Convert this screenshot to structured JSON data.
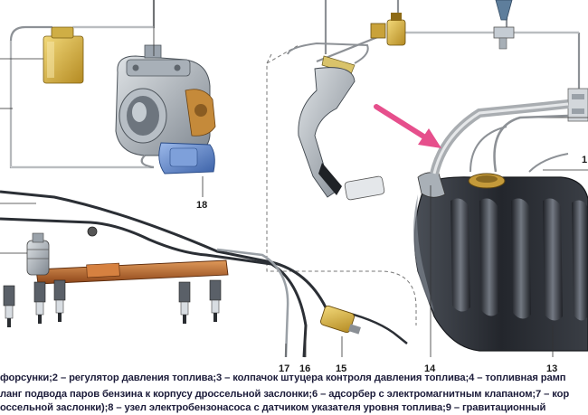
{
  "callouts": {
    "n13": "13",
    "n14": "14",
    "n15": "15",
    "n16": "16",
    "n17": "17",
    "n18": "18",
    "n1_edge": "1"
  },
  "caption": {
    "line1": "форсунки;2 – регулятор давления топлива;3 – колпачок штуцера контроля давления топлива;4 – топливная рамп",
    "line2": "ланг подвода паров бензина к корпусу дроссельной заслонки;6 – адсорбер с электромагнитным клапаном;7 – кор",
    "line3": "оссельной заслонки);8 – узел электробензонасоса с датчиком указателя уровня топлива;9 – гравитационный"
  },
  "colors": {
    "tank": "#2c2f36",
    "tank_highlight": "#6a7079",
    "pipe": "#bfc3c6",
    "fuel_rail": "#c46a2a",
    "adsorber": "#d9b84a",
    "filter": "#d8a32a",
    "throttle_body": "#9aa3ad",
    "sensor_blue": "#5f86c9",
    "arrow": "#e64f8c",
    "caption_text": "#1c1c3a"
  }
}
